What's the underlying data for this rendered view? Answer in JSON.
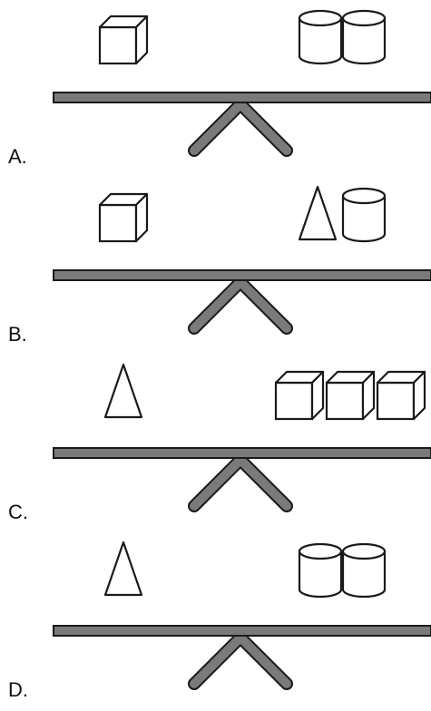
{
  "options": [
    {
      "label": "A.",
      "left": [
        "cube"
      ],
      "right": [
        "cylinder",
        "cylinder"
      ]
    },
    {
      "label": "B.",
      "left": [
        "cube"
      ],
      "right": [
        "cone",
        "cylinder"
      ]
    },
    {
      "label": "C.",
      "left": [
        "cone"
      ],
      "right": [
        "cube",
        "cube",
        "cube"
      ]
    },
    {
      "label": "D.",
      "left": [
        "cone"
      ],
      "right": [
        "cylinder",
        "cylinder"
      ]
    }
  ],
  "colors": {
    "beam": "#7a7a7a",
    "outline": "#1a1a1a",
    "shape_fill": "#ffffff"
  }
}
